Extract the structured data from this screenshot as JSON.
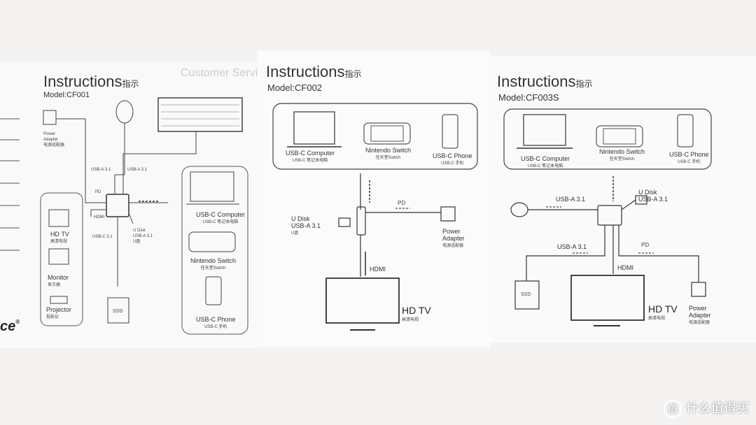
{
  "left": {
    "title": "Instructions",
    "title_cn": "指示",
    "model": "Model:CF001",
    "bg_text": "Customer Servi",
    "power_adapter": "Power",
    "power_adapter2": "Adapter",
    "power_adapter_cn": "电源适配器",
    "usb_a_1": "USB-A 3.1",
    "usb_a_2": "USB-A 3.1",
    "pd": "PD",
    "hdmi": "HDMI",
    "usb_c": "USB-C 3.1",
    "u_disk": "U Disk",
    "u_disk_usb": "USB-A 3.1",
    "u_disk_cn": "U盘",
    "hd_tv": "HD TV",
    "hd_tv_cn": "高清电视",
    "monitor": "Monitor",
    "monitor_cn": "显示器",
    "projector": "Projector",
    "projector_cn": "投影仪",
    "ssd": "SSD",
    "usb_c_computer": "USB-C Computer",
    "usb_c_computer_cn": "USB-C 笔记本电脑",
    "switch": "Nintendo Switch",
    "switch_cn": "任天堂Switch",
    "phone": "USB-C Phone",
    "phone_cn": "USB-C 手机",
    "brand": "ce",
    "reg": "®"
  },
  "middle": {
    "title": "Instructions",
    "title_cn": "指示",
    "model": "Model:CF002",
    "usb_c_computer": "USB-C Computer",
    "usb_c_computer_cn": "USB-C 笔记本电脑",
    "switch": "Nintendo Switch",
    "switch_cn": "任天堂Switch",
    "phone": "USB-C Phone",
    "phone_cn": "USB-C 手机",
    "u_disk": "U Disk",
    "u_disk_usb": "USB-A 3.1",
    "u_disk_cn": "U盘",
    "pd": "PD",
    "power": "Power",
    "adapter": "Adapter",
    "power_cn": "电源适配器",
    "hdmi": "HDMI",
    "hd_tv": "HD TV",
    "hd_tv_cn": "高清电视"
  },
  "right": {
    "title": "Instructions",
    "title_cn": "指示",
    "model": "Model:CF003S",
    "usb_c_computer": "USB-C Computer",
    "usb_c_computer_cn": "USB-C 笔记本电脑",
    "switch": "Nintendo Switch",
    "switch_cn": "任天堂Switch",
    "phone": "USB-C Phone",
    "phone_cn": "USB-C 手机",
    "usb_a_left": "USB-A 3.1",
    "u_disk": "U Disk",
    "u_disk_usb": "USB-A 3.1",
    "usb_a_bottom": "USB-A 3.1",
    "pd": "PD",
    "hdmi": "HDMI",
    "ssd": "SSD",
    "hd_tv": "HD TV",
    "hd_tv_cn": "高清电视",
    "power": "Power",
    "adapter": "Adapter",
    "power_cn": "电源适配器"
  },
  "watermark": {
    "icon": "值",
    "text": "什么值得买"
  }
}
